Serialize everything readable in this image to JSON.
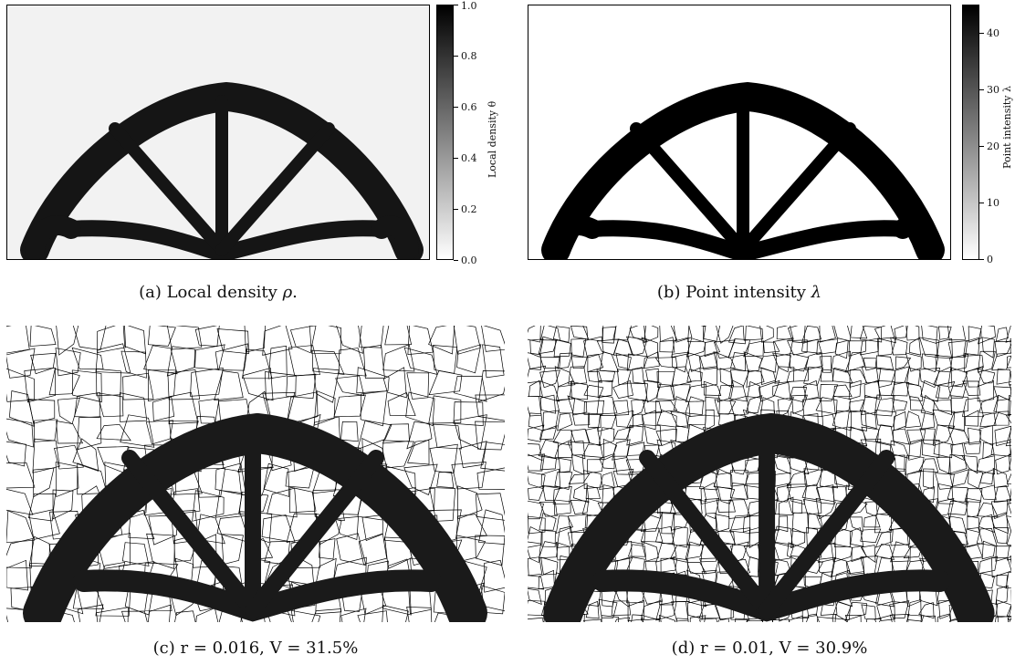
{
  "figure": {
    "panels": [
      {
        "id": "a",
        "caption_prefix": "(a) Local density ",
        "caption_symbol": "ρ",
        "caption_suffix": ".",
        "colorbar_label": "Local density θ",
        "colorbar_ticks": [
          "0.0",
          "0.2",
          "0.4",
          "0.6",
          "0.8",
          "1.0"
        ],
        "background": "#f2f2f2"
      },
      {
        "id": "b",
        "caption_prefix": "(b) Point intensity ",
        "caption_symbol": "λ",
        "caption_suffix": "",
        "colorbar_label": "Point intensity λ",
        "colorbar_ticks": [
          "0",
          "10",
          "20",
          "30",
          "40"
        ],
        "background": "#ffffff"
      },
      {
        "id": "c",
        "caption": "(c) r = 0.016, V = 31.5%"
      },
      {
        "id": "d",
        "caption": "(d) r = 0.01, V = 30.9%"
      }
    ],
    "colors": {
      "structure": "#151515",
      "mesh_line": "#000000",
      "colorbar_top": "#000000",
      "colorbar_bottom": "#ffffff"
    }
  }
}
